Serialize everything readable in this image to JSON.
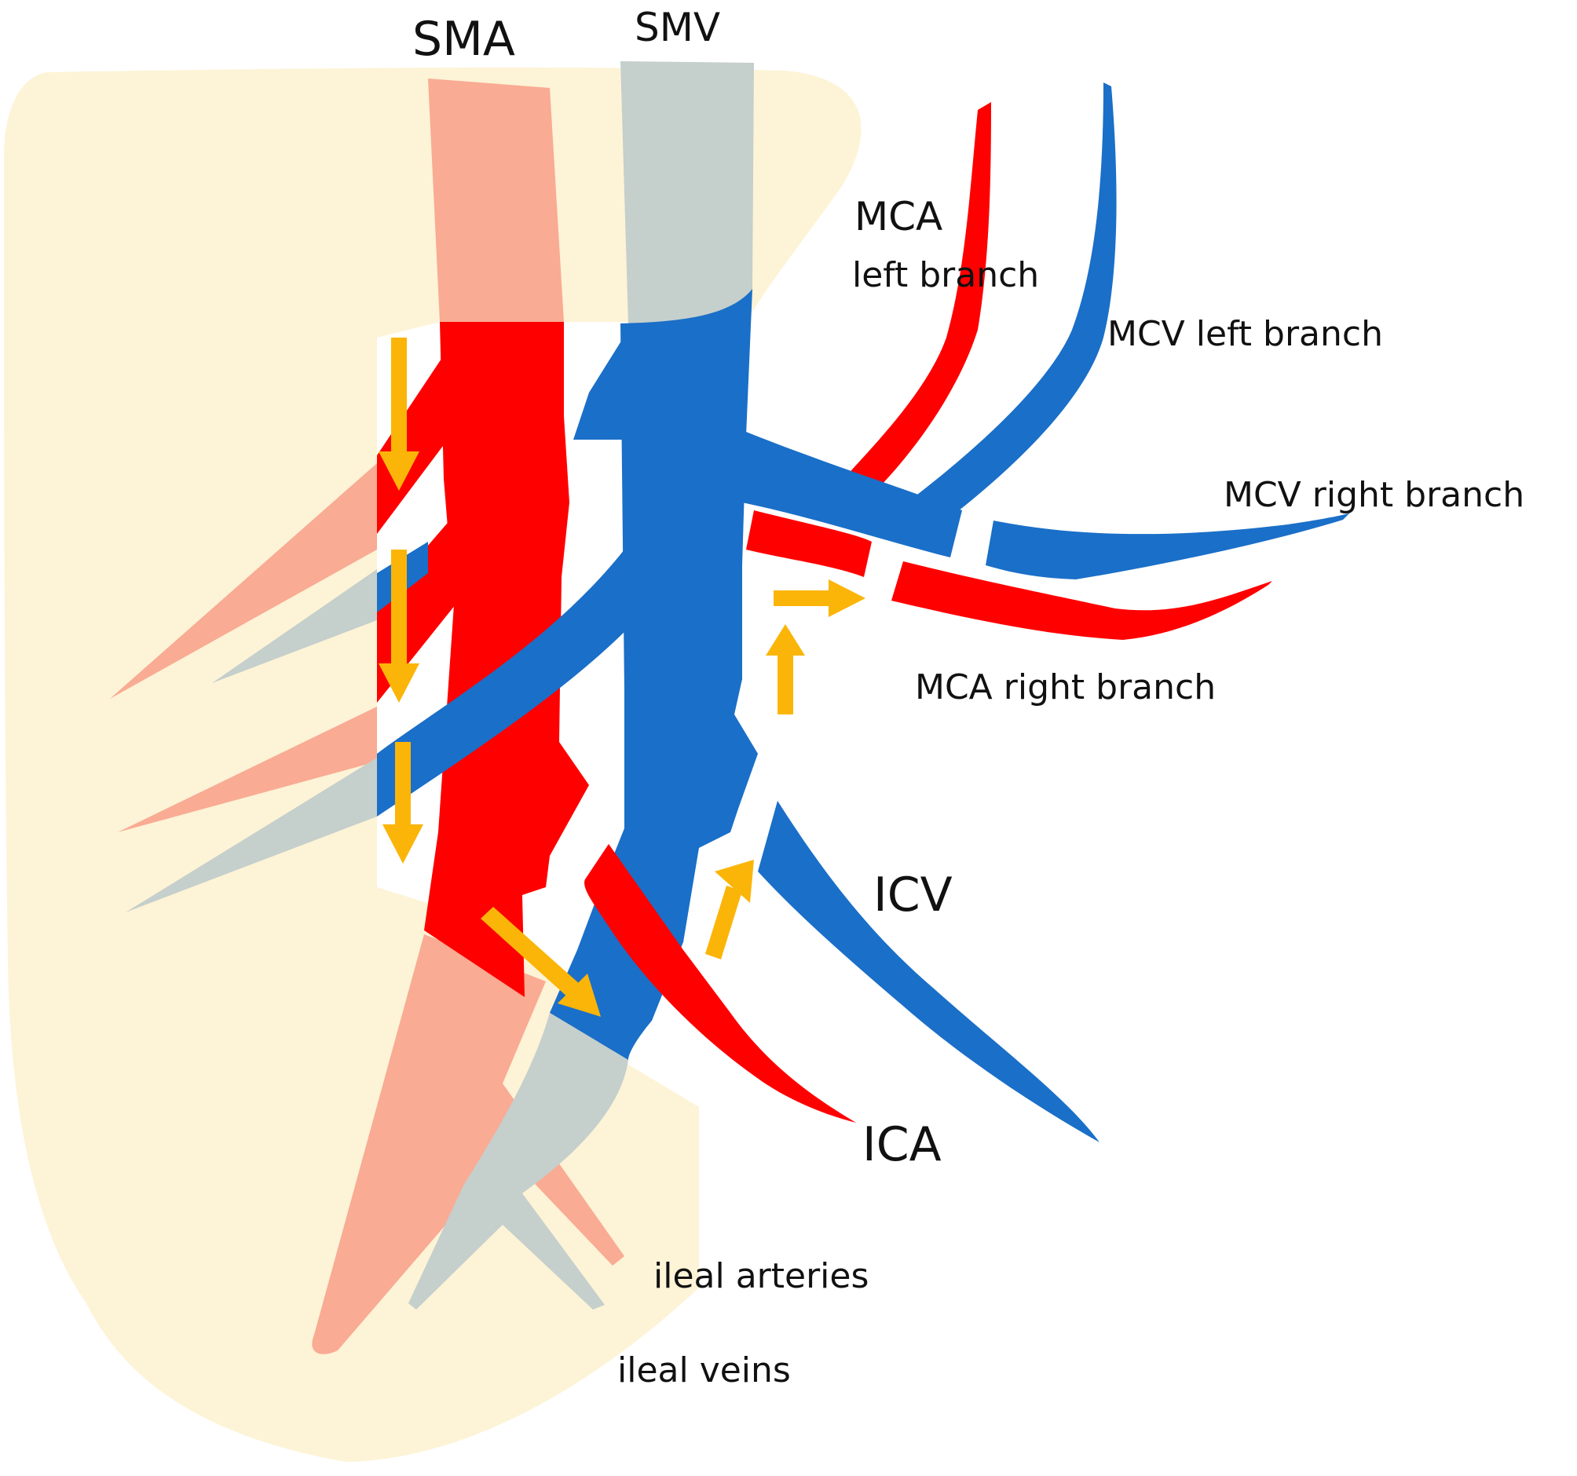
{
  "colors": {
    "mesentery": "#fdf3d6",
    "artery": "#ff0000",
    "artery_muted": "#f9ab93",
    "vein": "#1a6fc8",
    "vein_muted": "#c5cfcc",
    "arrow": "#fbb508"
  },
  "labels": {
    "sma": "SMA",
    "smv": "SMV",
    "mca_left_line1": "MCA",
    "mca_left_line2": "left branch",
    "mcv_left": "MCV left branch",
    "mcv_right": "MCV right branch",
    "mca_right": "MCA right branch",
    "icv": "ICV",
    "ica": "ICA",
    "ileal_arteries": "ileal arteries",
    "ileal_veins": "ileal veins"
  }
}
